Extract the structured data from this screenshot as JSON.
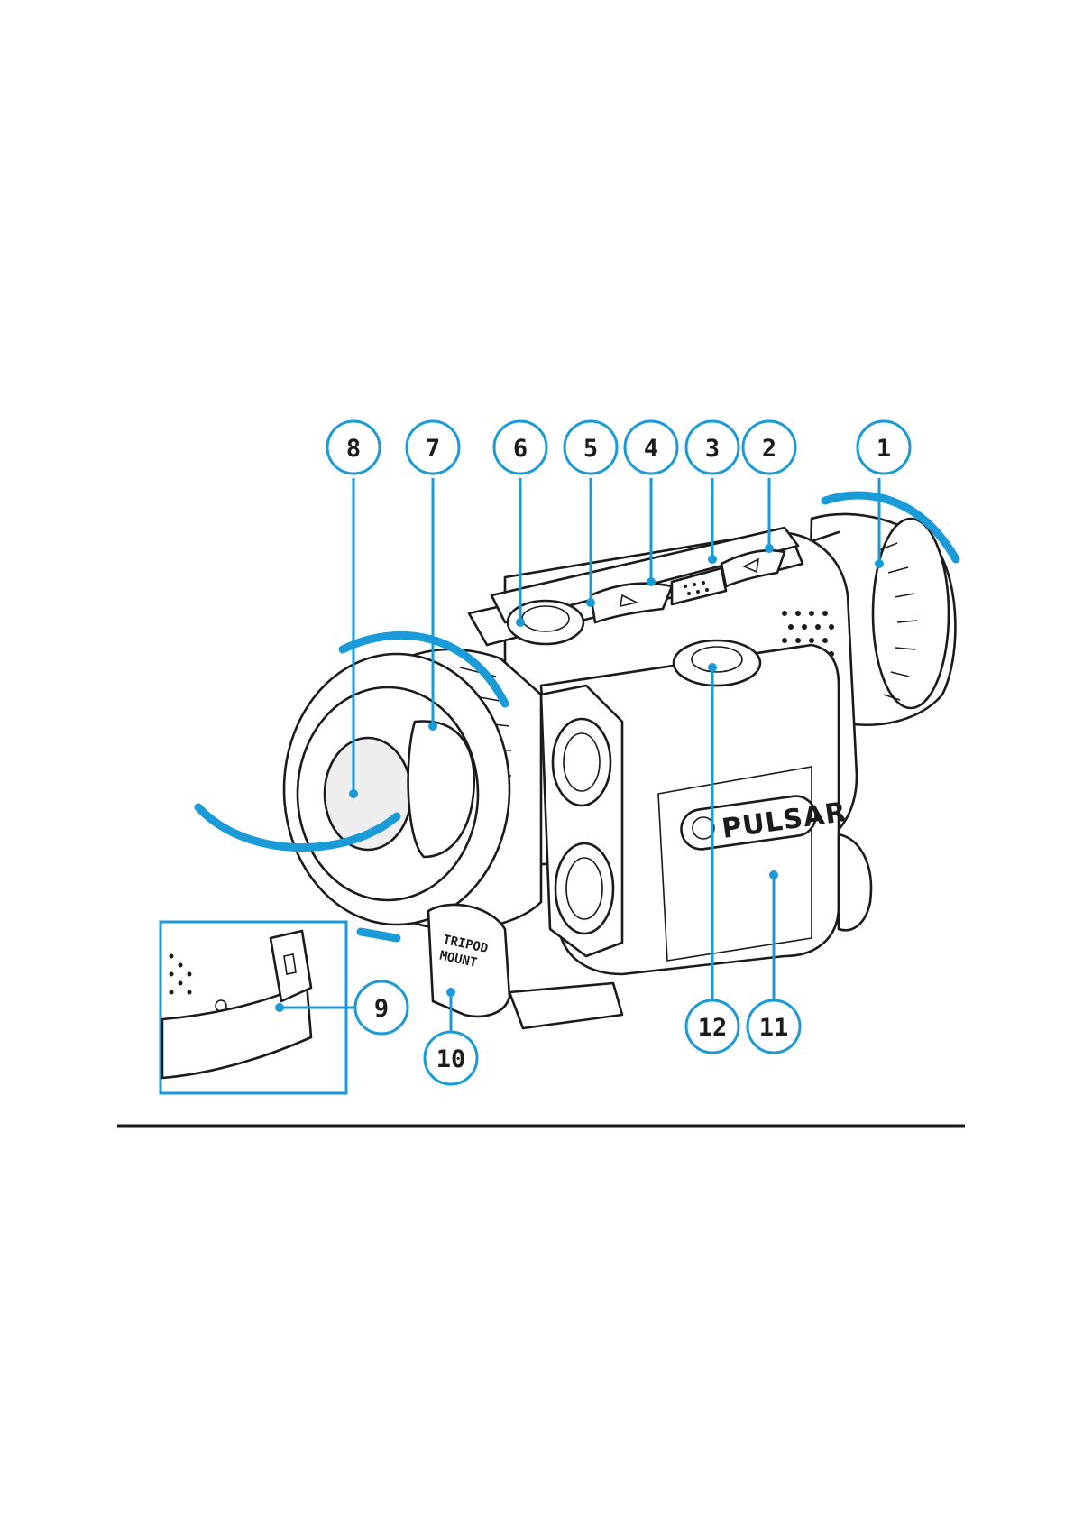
{
  "device": {
    "brand_text": "PULSAR",
    "mount_text_line1": "TRIPOD",
    "mount_text_line2": "MOUNT"
  },
  "callouts": [
    {
      "id": "1",
      "label": "1"
    },
    {
      "id": "2",
      "label": "2"
    },
    {
      "id": "3",
      "label": "3"
    },
    {
      "id": "4",
      "label": "4"
    },
    {
      "id": "5",
      "label": "5"
    },
    {
      "id": "6",
      "label": "6"
    },
    {
      "id": "7",
      "label": "7"
    },
    {
      "id": "8",
      "label": "8"
    },
    {
      "id": "9",
      "label": "9"
    },
    {
      "id": "10",
      "label": "10"
    },
    {
      "id": "11",
      "label": "11"
    },
    {
      "id": "12",
      "label": "12"
    }
  ],
  "colors": {
    "accent": "#1a9ad6",
    "ink": "#1b1b1b"
  }
}
